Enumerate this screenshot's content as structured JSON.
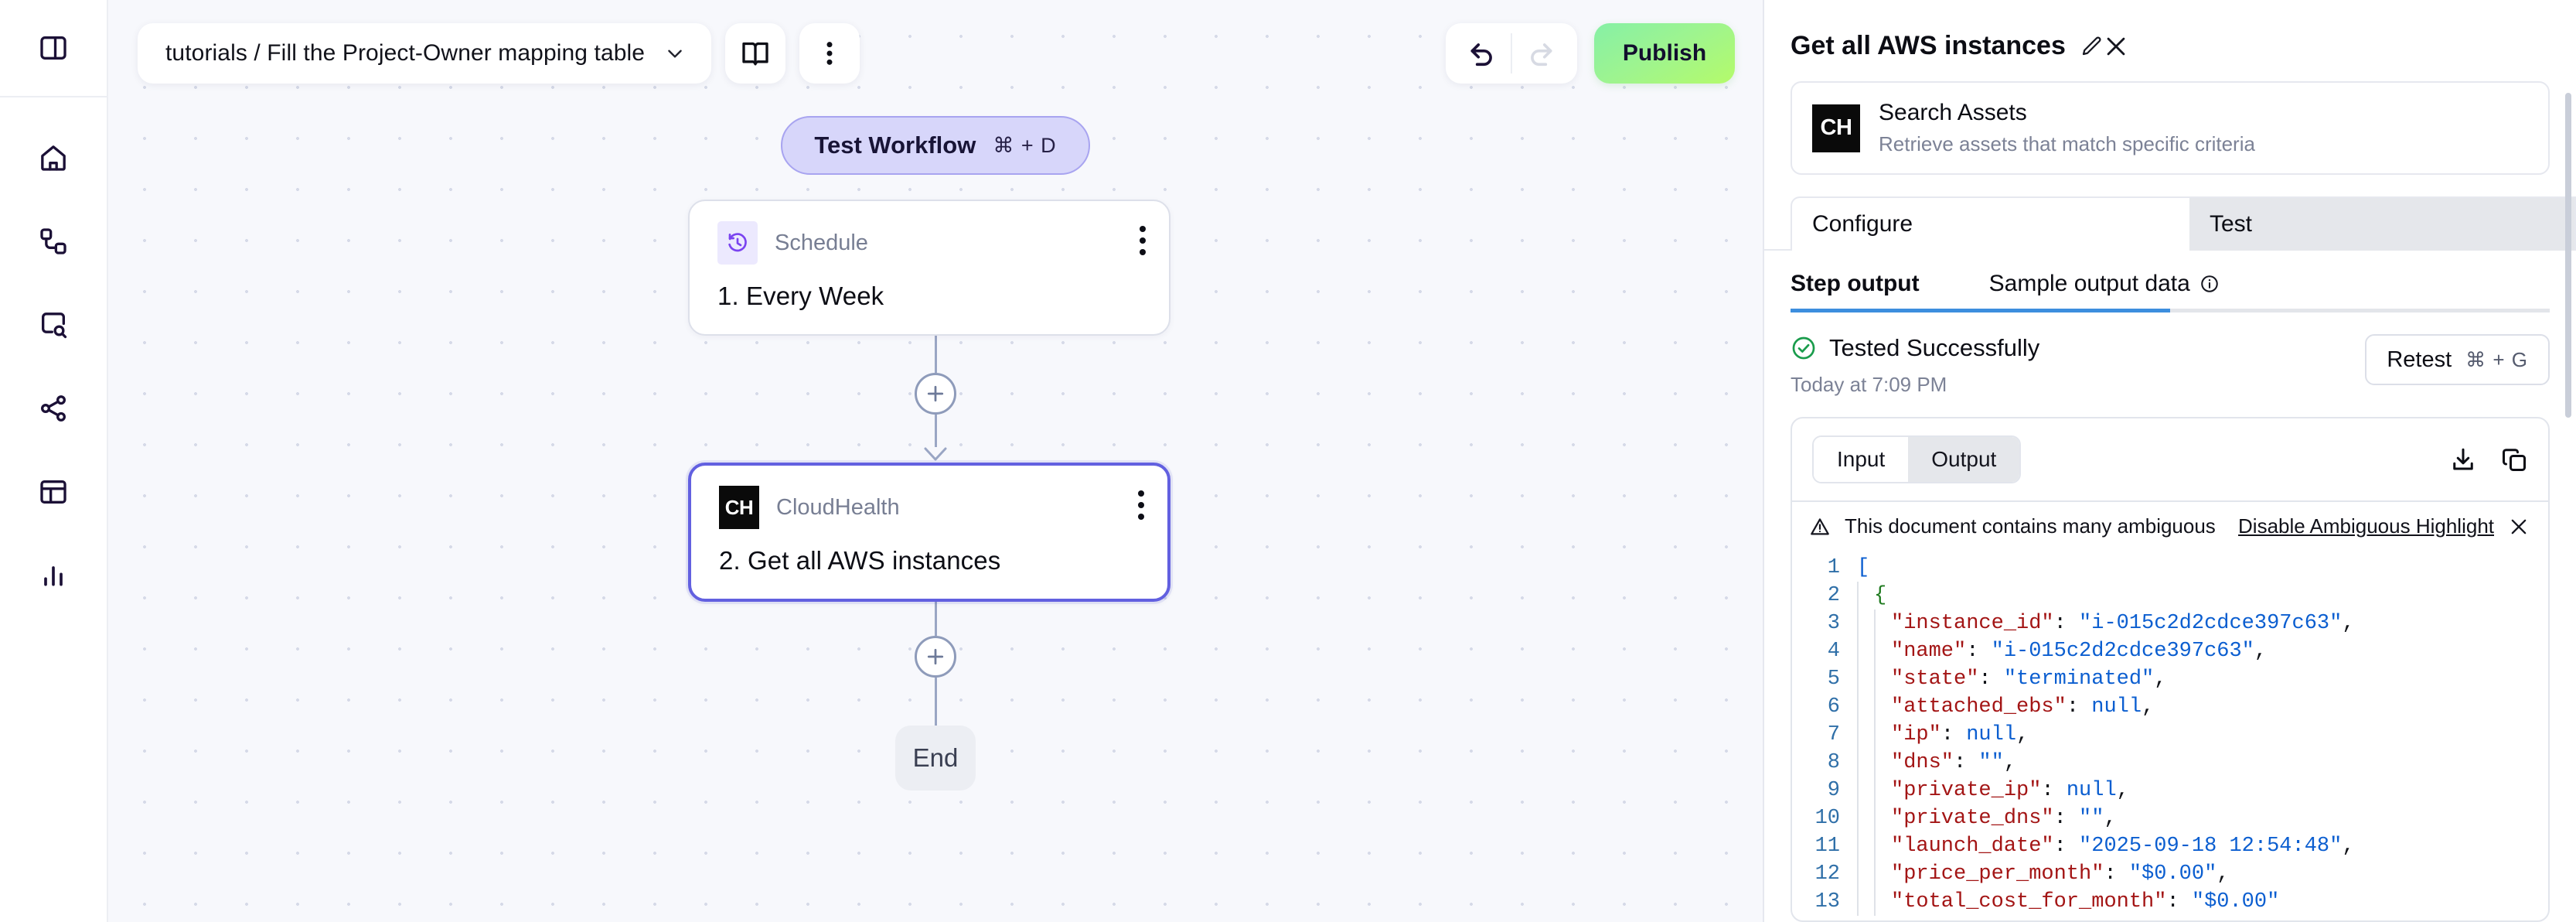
{
  "sidebar": {
    "toggle": {
      "icon": "panel-toggle-icon"
    },
    "items": [
      {
        "icon": "home-icon",
        "name": "home"
      },
      {
        "icon": "workflow-nodes-icon",
        "name": "workflows"
      },
      {
        "icon": "search-asset-icon",
        "name": "search-assets"
      },
      {
        "icon": "share-network-icon",
        "name": "integrations"
      },
      {
        "icon": "table-icon",
        "name": "tables"
      },
      {
        "icon": "bar-chart-icon",
        "name": "analytics"
      }
    ]
  },
  "toolbar": {
    "breadcrumb": "tutorials / Fill the Project-Owner mapping table",
    "chevron_icon": "chevron-down-icon",
    "docs_icon": "book-icon",
    "more_icon": "kebab-menu-icon",
    "undo_icon": "undo-icon",
    "redo_icon": "redo-icon",
    "publish_label": "Publish"
  },
  "flow": {
    "test_chip": {
      "label": "Test Workflow",
      "shortcut": "⌘ + D"
    },
    "nodes": [
      {
        "badge": "schedule-clock-icon",
        "app": "Schedule",
        "title": "1. Every Week",
        "selected": false
      },
      {
        "badge": "CH",
        "app": "CloudHealth",
        "title": "2. Get all AWS instances",
        "selected": true
      }
    ],
    "add_icon": "plus-icon",
    "end_label": "End"
  },
  "panel": {
    "title": "Get all AWS instances",
    "edit_icon": "pencil-icon",
    "close_icon": "close-icon",
    "asset": {
      "logo": "CH",
      "name": "Search Assets",
      "description": "Retrieve assets that match specific criteria"
    },
    "tabs": [
      {
        "label": "Configure",
        "active": false
      },
      {
        "label": "Test",
        "active": true
      }
    ],
    "subtabs": [
      {
        "label": "Step output",
        "selected": true
      },
      {
        "label": "Sample output data",
        "selected": false,
        "info_icon": "info-icon"
      }
    ],
    "status": {
      "icon": "check-circle-icon",
      "label": "Tested Successfully",
      "timestamp": "Today at 7:09 PM"
    },
    "retest": {
      "label": "Retest",
      "shortcut": "⌘ + G"
    },
    "io_toggle": [
      {
        "label": "Input",
        "active": false
      },
      {
        "label": "Output",
        "active": true
      }
    ],
    "io_actions": [
      {
        "icon": "download-icon"
      },
      {
        "icon": "copy-icon"
      }
    ],
    "warning": {
      "icon": "warning-triangle-icon",
      "text": "This document contains many ambiguous unicode characters",
      "link": "Disable Ambiguous Highlight",
      "close_icon": "close-icon"
    },
    "code_lines": [
      {
        "n": 1,
        "indent": 0,
        "tokens": [
          {
            "t": "[",
            "c": "k-brack"
          }
        ]
      },
      {
        "n": 2,
        "indent": 1,
        "tokens": [
          {
            "t": "{",
            "c": "k-brace"
          }
        ]
      },
      {
        "n": 3,
        "indent": 2,
        "tokens": [
          {
            "t": "\"instance_id\"",
            "c": "k-key"
          },
          {
            "t": ": ",
            "c": "k-pun"
          },
          {
            "t": "\"i-015c2d2cdce397c63\"",
            "c": "k-str"
          },
          {
            "t": ",",
            "c": "k-pun"
          }
        ]
      },
      {
        "n": 4,
        "indent": 2,
        "tokens": [
          {
            "t": "\"name\"",
            "c": "k-key"
          },
          {
            "t": ": ",
            "c": "k-pun"
          },
          {
            "t": "\"i-015c2d2cdce397c63\"",
            "c": "k-str"
          },
          {
            "t": ",",
            "c": "k-pun"
          }
        ]
      },
      {
        "n": 5,
        "indent": 2,
        "tokens": [
          {
            "t": "\"state\"",
            "c": "k-key"
          },
          {
            "t": ": ",
            "c": "k-pun"
          },
          {
            "t": "\"terminated\"",
            "c": "k-str"
          },
          {
            "t": ",",
            "c": "k-pun"
          }
        ]
      },
      {
        "n": 6,
        "indent": 2,
        "tokens": [
          {
            "t": "\"attached_ebs\"",
            "c": "k-key"
          },
          {
            "t": ": ",
            "c": "k-pun"
          },
          {
            "t": "null",
            "c": "k-lit"
          },
          {
            "t": ",",
            "c": "k-pun"
          }
        ]
      },
      {
        "n": 7,
        "indent": 2,
        "tokens": [
          {
            "t": "\"ip\"",
            "c": "k-key"
          },
          {
            "t": ": ",
            "c": "k-pun"
          },
          {
            "t": "null",
            "c": "k-lit"
          },
          {
            "t": ",",
            "c": "k-pun"
          }
        ]
      },
      {
        "n": 8,
        "indent": 2,
        "tokens": [
          {
            "t": "\"dns\"",
            "c": "k-key"
          },
          {
            "t": ": ",
            "c": "k-pun"
          },
          {
            "t": "\"\"",
            "c": "k-str"
          },
          {
            "t": ",",
            "c": "k-pun"
          }
        ]
      },
      {
        "n": 9,
        "indent": 2,
        "tokens": [
          {
            "t": "\"private_ip\"",
            "c": "k-key"
          },
          {
            "t": ": ",
            "c": "k-pun"
          },
          {
            "t": "null",
            "c": "k-lit"
          },
          {
            "t": ",",
            "c": "k-pun"
          }
        ]
      },
      {
        "n": 10,
        "indent": 2,
        "tokens": [
          {
            "t": "\"private_dns\"",
            "c": "k-key"
          },
          {
            "t": ": ",
            "c": "k-pun"
          },
          {
            "t": "\"\"",
            "c": "k-str"
          },
          {
            "t": ",",
            "c": "k-pun"
          }
        ]
      },
      {
        "n": 11,
        "indent": 2,
        "tokens": [
          {
            "t": "\"launch_date\"",
            "c": "k-key"
          },
          {
            "t": ": ",
            "c": "k-pun"
          },
          {
            "t": "\"2025-09-18 12:54:48\"",
            "c": "k-str"
          },
          {
            "t": ",",
            "c": "k-pun"
          }
        ]
      },
      {
        "n": 12,
        "indent": 2,
        "tokens": [
          {
            "t": "\"price_per_month\"",
            "c": "k-key"
          },
          {
            "t": ": ",
            "c": "k-pun"
          },
          {
            "t": "\"$0.00\"",
            "c": "k-str"
          },
          {
            "t": ",",
            "c": "k-pun"
          }
        ]
      },
      {
        "n": 13,
        "indent": 2,
        "tokens": [
          {
            "t": "\"total_cost_for_month\"",
            "c": "k-key"
          },
          {
            "t": ": ",
            "c": "k-pun"
          },
          {
            "t": "\"$0.00\"",
            "c": "k-str"
          }
        ]
      }
    ]
  },
  "colors": {
    "accent_purple": "#6260e0",
    "publish_green_start": "#86f0a6",
    "publish_green_end": "#b4fb6a",
    "success_green": "#1a9c4c",
    "tab_underline_blue": "#3d8ede",
    "canvas_bg": "#f7f8fc"
  }
}
